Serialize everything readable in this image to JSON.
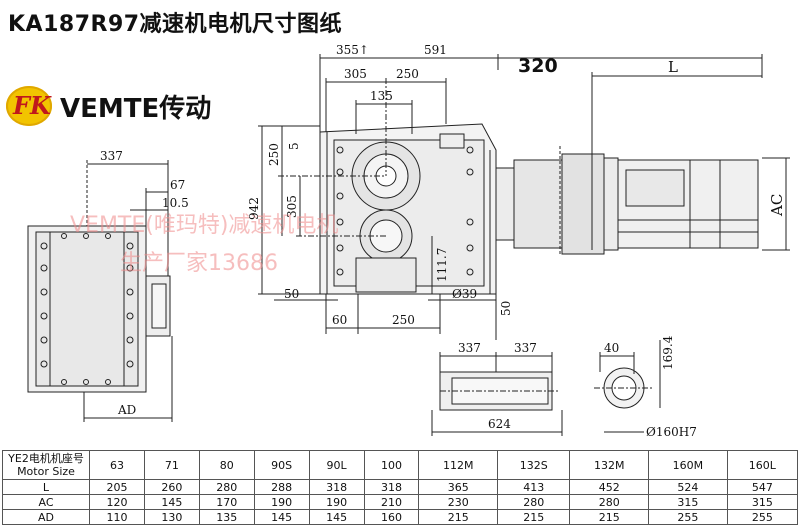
{
  "title": "KA187R97减速机电机尺寸图纸",
  "logo": {
    "mark": "FK",
    "text": "VEMTE传动"
  },
  "watermark": {
    "line1": "VEMTE(唯玛特)减速机电机",
    "line2": "生产厂家13686"
  },
  "dimensions": {
    "left_view": {
      "d337": "337",
      "d67": "67",
      "d10_5": "10.5",
      "ad": "AD"
    },
    "main_view": {
      "d355": "355↑",
      "d591": "591",
      "d305_top": "305",
      "d250_top": "250",
      "d135": "135",
      "d250_left": "250",
      "d5": "5",
      "d942": "942",
      "d305_left": "305",
      "d111_7": "111.7",
      "d50_bottom": "50",
      "d39": "Ø39",
      "d60": "60",
      "d250_bottom": "250",
      "d50_right": "50"
    },
    "motor": {
      "d320": "320",
      "l": "L",
      "ac": "AC"
    },
    "shaft": {
      "d337a": "337",
      "d337b": "337",
      "d624": "624",
      "d40": "40",
      "d169_4": "169.4",
      "d160h7": "Ø160H7"
    }
  },
  "table": {
    "header_line1": "YE2电机机座号",
    "header_line2": "Motor Size",
    "sizes": [
      "63",
      "71",
      "80",
      "90S",
      "90L",
      "100",
      "112M",
      "132S",
      "132M",
      "160M",
      "160L"
    ],
    "rows": [
      {
        "label": "L",
        "values": [
          "205",
          "260",
          "280",
          "288",
          "318",
          "318",
          "365",
          "413",
          "452",
          "524",
          "547"
        ]
      },
      {
        "label": "AC",
        "values": [
          "120",
          "145",
          "170",
          "190",
          "190",
          "210",
          "230",
          "280",
          "280",
          "315",
          "315"
        ]
      },
      {
        "label": "AD",
        "values": [
          "110",
          "130",
          "135",
          "145",
          "145",
          "160",
          "215",
          "215",
          "215",
          "255",
          "255"
        ]
      }
    ]
  }
}
